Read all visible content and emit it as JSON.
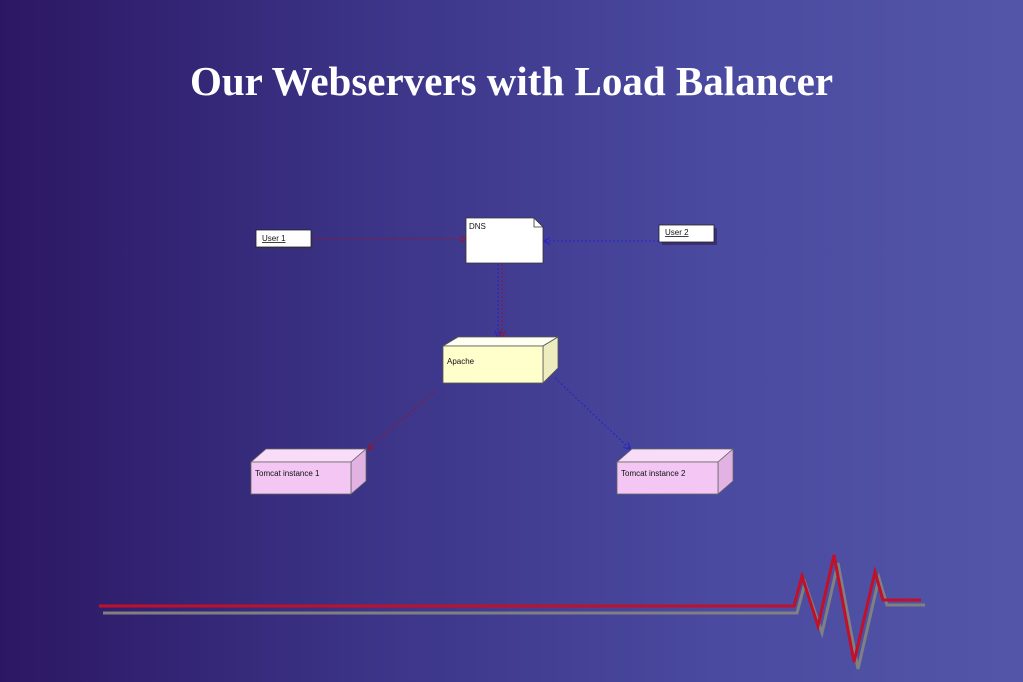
{
  "title": "Our Webservers with Load Balancer",
  "diagram": {
    "nodes": {
      "user1": "User 1",
      "user2": "User 2",
      "dns": "DNS",
      "apache": "Apache",
      "tomcat1": "Tomcat instance 1",
      "tomcat2": "Tomcat instance 2"
    }
  },
  "colors": {
    "background_left": "#2c1763",
    "background_right": "#5356a8",
    "title": "#ffffff",
    "apache_fill": "#ffffcc",
    "tomcat_fill": "#f3c6f3",
    "heartbeat_line": "#c0102a",
    "shadow_line": "#808080",
    "connector_red": "#a0102a",
    "connector_blue": "#2222cc"
  }
}
